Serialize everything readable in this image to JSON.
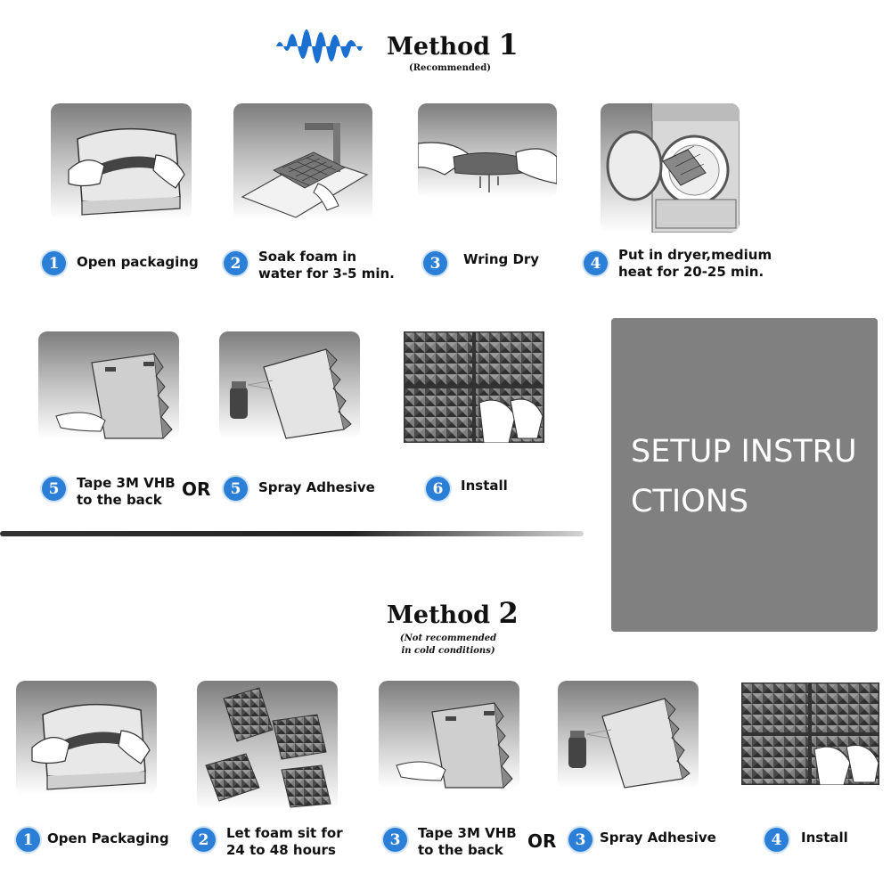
{
  "method1": {
    "title": "Method",
    "number": "1",
    "subtitle": "(Recommended)",
    "steps": [
      {
        "num": "1",
        "label": "Open packaging"
      },
      {
        "num": "2",
        "label": "Soak foam in\nwater for 3-5 min."
      },
      {
        "num": "3",
        "label": "Wring Dry"
      },
      {
        "num": "4",
        "label": "Put in dryer,medium\nheat for 20-25 min."
      },
      {
        "num": "5",
        "label": "Tape 3M VHB\nto the back"
      },
      {
        "num": "5",
        "label": "Spray Adhesive"
      },
      {
        "num": "6",
        "label": "Install"
      }
    ],
    "or_label": "OR"
  },
  "setup_box": {
    "line1": "SETUP INSTRU",
    "line2": "CTIONS"
  },
  "method2": {
    "title": "Method",
    "number": "2",
    "subtitle_line1": "(Not recommended",
    "subtitle_line2": "in cold conditions)",
    "steps": [
      {
        "num": "1",
        "label": "Open Packaging"
      },
      {
        "num": "2",
        "label": "Let foam sit for\n24 to 48 hours"
      },
      {
        "num": "3",
        "label": "Tape 3M VHB\nto the back"
      },
      {
        "num": "3",
        "label": "Spray Adhesive"
      },
      {
        "num": "4",
        "label": "Install"
      }
    ],
    "or_label": "OR"
  },
  "colors": {
    "accent_blue": "#2b7fd6",
    "setup_box_gray": "#808080",
    "wave_blue": "#1a6fd1"
  },
  "icons": {
    "logo": "sound-wave-icon",
    "illustrations": [
      "open-packaging-illustration",
      "soak-foam-illustration",
      "wring-dry-illustration",
      "dryer-illustration",
      "tape-back-illustration",
      "spray-adhesive-illustration",
      "install-illustration",
      "foam-panels-illustration"
    ]
  }
}
